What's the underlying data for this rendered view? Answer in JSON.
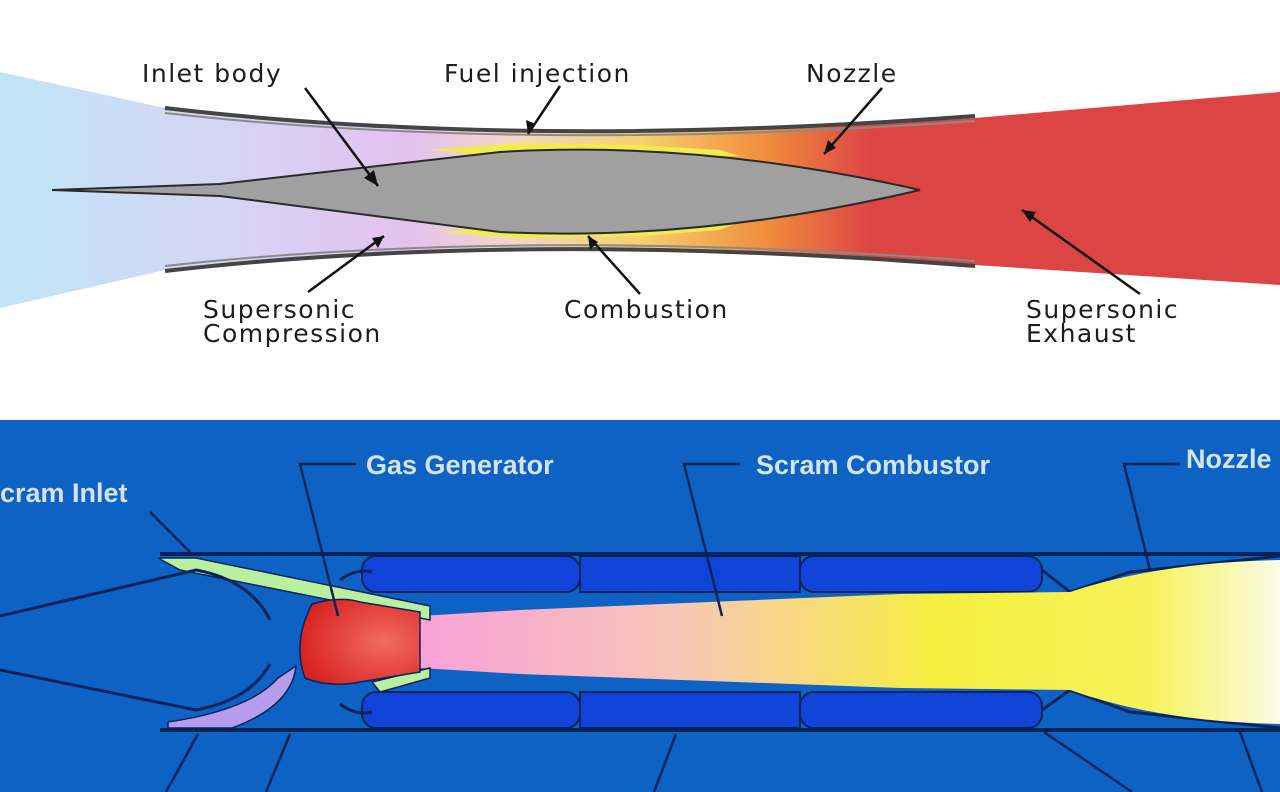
{
  "top_diagram": {
    "labels": {
      "inlet_body": "Inlet body",
      "fuel_injection": "Fuel injection",
      "nozzle": "Nozzle",
      "supersonic_compression_1": "Supersonic",
      "supersonic_compression_2": "Compression",
      "combustion": "Combustion",
      "supersonic_exhaust_1": "Supersonic",
      "supersonic_exhaust_2": "Exhaust"
    },
    "colors": {
      "inflow": "#bfe6f6",
      "compression": "#e3c2ef",
      "combustion": "#f6a64a",
      "exhaust": "#dd4545",
      "inlet_body": "#a0a0a0"
    }
  },
  "bottom_diagram": {
    "labels": {
      "scram_inlet": "cram Inlet",
      "gas_generator": "Gas Generator",
      "scram_combustor": "Scram Combustor",
      "nozzle": "Nozzle"
    },
    "colors": {
      "background": "#0d62c4",
      "chamber": "#1044d8",
      "gas_generator": "#e83b3b",
      "flow_start": "#f7a2d6",
      "flow_end": "#f6f22a"
    }
  }
}
